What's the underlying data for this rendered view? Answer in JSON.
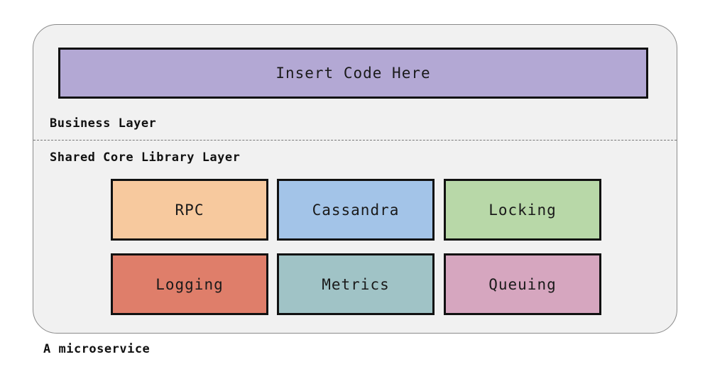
{
  "diagram": {
    "business": {
      "code_box_label": "Insert Code Here",
      "layer_label": "Business Layer",
      "code_box_color": "#b3a8d4"
    },
    "core": {
      "layer_label": "Shared Core Library Layer",
      "modules": [
        {
          "label": "RPC",
          "color": "#f7c99e"
        },
        {
          "label": "Cassandra",
          "color": "#a3c4e8"
        },
        {
          "label": "Locking",
          "color": "#b8d8a8"
        },
        {
          "label": "Logging",
          "color": "#df7e6a"
        },
        {
          "label": "Metrics",
          "color": "#a0c3c6"
        },
        {
          "label": "Queuing",
          "color": "#d6a6bf"
        }
      ]
    },
    "caption": "A microservice"
  }
}
